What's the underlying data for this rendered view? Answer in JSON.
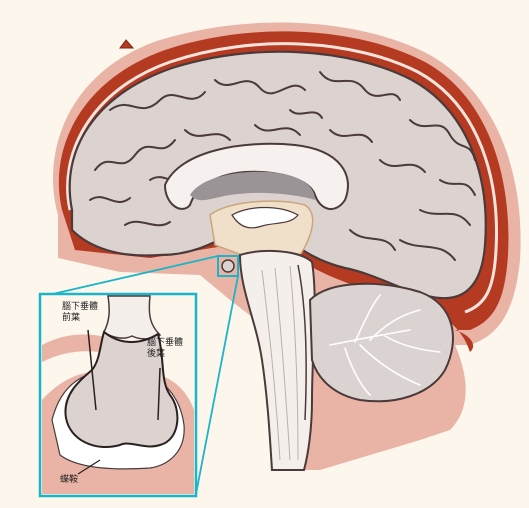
{
  "labels": {
    "anterior_lobe": [
      "腦下垂體",
      "前葉"
    ],
    "posterior_lobe": [
      "腦下垂體",
      "後葉"
    ],
    "sella": "蝶鞍"
  },
  "colors": {
    "background": "#fdf6ec",
    "skull_outer": "#e9b4a6",
    "dura": "#b53a22",
    "brain_fill": "#dcd2d0",
    "brain_line": "#4a3a3a",
    "ventricle": "#9a9496",
    "thalamus": "#f0dfc9",
    "brainstem": "#f4efea",
    "cerebellum": "#dad3d2",
    "zoom_frame": "#1ab5c8"
  }
}
